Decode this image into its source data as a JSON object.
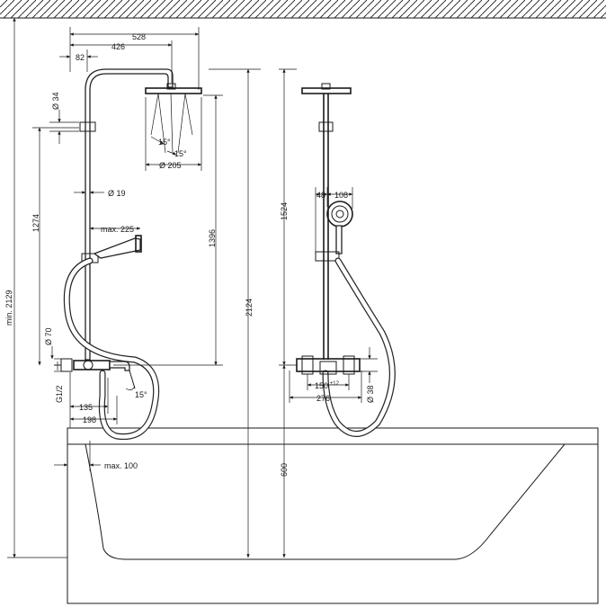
{
  "dimensions": {
    "d528": "528",
    "d426": "426",
    "d82": "82",
    "d34": "Ø 34",
    "d15a": "15°",
    "d15b": "15°",
    "d205": "Ø 205",
    "d19": "Ø 19",
    "d1274": "1274",
    "d1396": "1396",
    "dmax225": "max. 225",
    "d70": "Ø 70",
    "dg12": "G1/2",
    "d135": "135",
    "d198": "198",
    "d15c": "15°",
    "dmin2129": "min. 2129",
    "d2124": "2124",
    "dmax100": "max. 100",
    "d1524": "1524",
    "d48": "48",
    "d108": "108",
    "d150": "150",
    "d150tol": "±12",
    "d38": "Ø 38",
    "d276": "276",
    "d600": "600"
  }
}
